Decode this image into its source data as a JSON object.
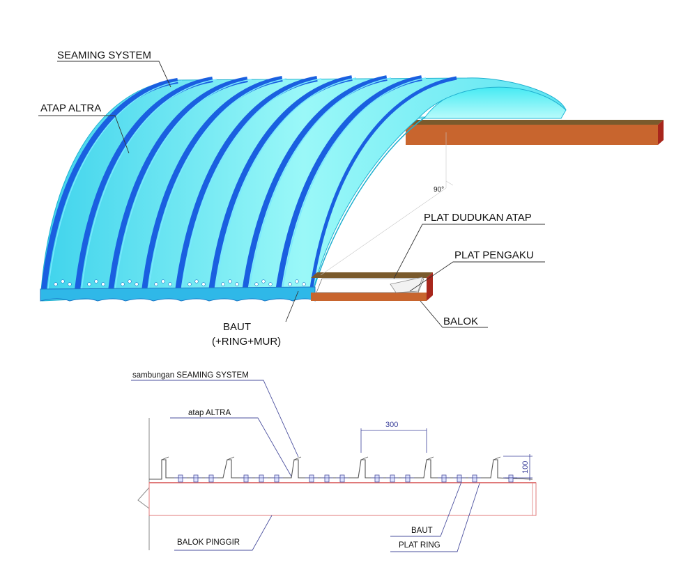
{
  "top_view": {
    "labels": {
      "seaming_system": "SEAMING SYSTEM",
      "atap_altra": "ATAP ALTRA",
      "plat_dudukan_atap": "PLAT DUDUKAN ATAP",
      "plat_pengaku": "PLAT PENGAKU",
      "balok": "BALOK",
      "baut_line1": "BAUT",
      "baut_line2": "(+RING+MUR)",
      "angle": "90°"
    },
    "colors": {
      "roof_light": "#8ff6f6",
      "roof_mid": "#46d8ee",
      "seam_blue": "#1a5fe0",
      "seam_dark": "#0d3fb8",
      "beam_front": "#c8652e",
      "beam_top": "#8a5a2a",
      "beam_end": "#a8261c"
    },
    "rib_count": 8
  },
  "section_view": {
    "labels": {
      "sambungan": "sambungan SEAMING SYSTEM",
      "atap_altra": "atap ALTRA",
      "balok_pinggir": "BALOK PINGGIR",
      "baut": "BAUT",
      "plat_ring": "PLAT RING"
    },
    "dimensions": {
      "rib_spacing": "300",
      "rib_height": "100"
    },
    "colors": {
      "beam_outline": "#e07a7a",
      "dimension": "#3a3f9a"
    }
  }
}
